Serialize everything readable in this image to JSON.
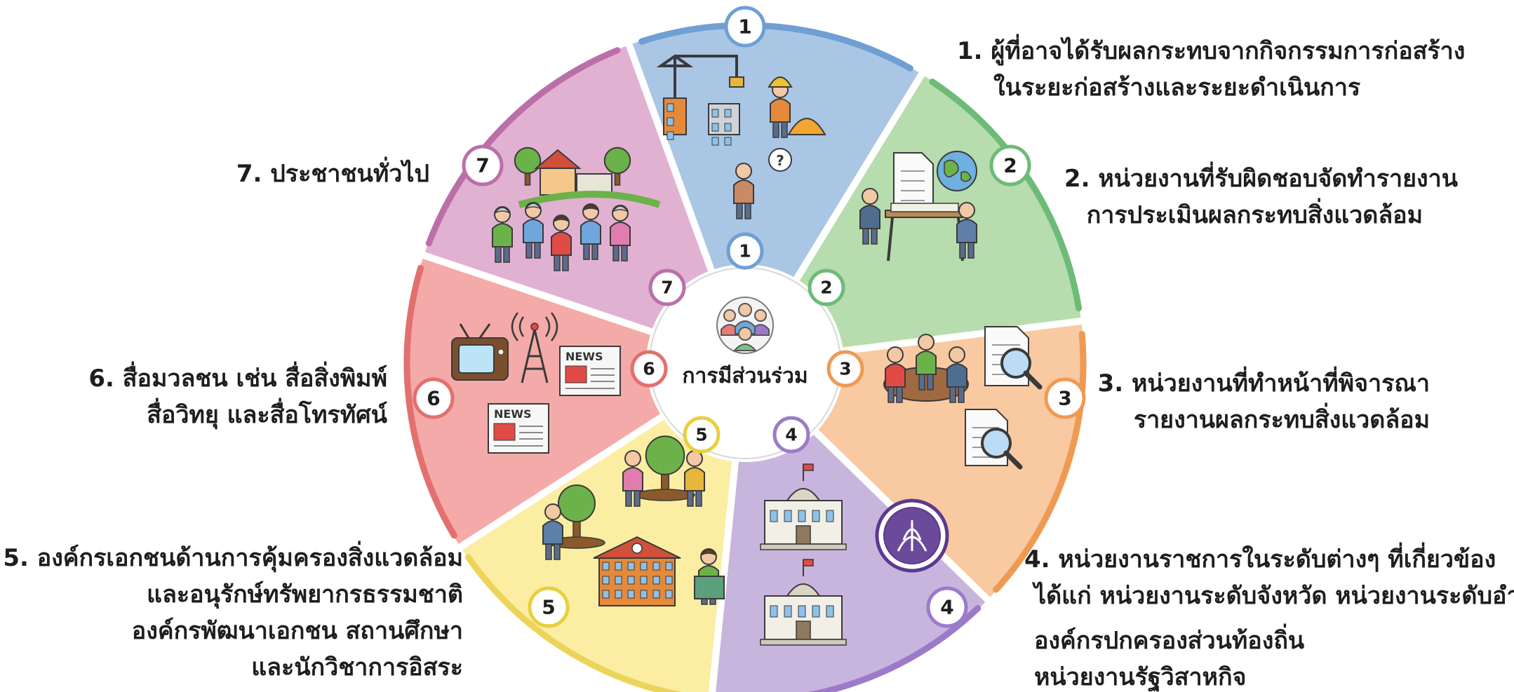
{
  "center": {
    "title": "การมีส่วนร่วม"
  },
  "segments": [
    {
      "number": "1",
      "color": "#a9c6e5",
      "stroke": "#6f9fd4",
      "badge_ring": "#6f9fd4",
      "label_lines": [
        "1. ผู้ที่อาจได้รับผลกระทบจากกิจกรรมการก่อสร้าง",
        "ในระยะก่อสร้างและระยะดำเนินการ"
      ],
      "icons": [
        "construction-crane-icon",
        "factory-icon",
        "construction-worker-icon",
        "hard-hat-icon",
        "confused-person-icon"
      ]
    },
    {
      "number": "2",
      "color": "#b7dcae",
      "stroke": "#6dbb77",
      "badge_ring": "#6dbb77",
      "label_lines": [
        "2. หน่วยงานที่รับผิดชอบจัดทำรายงาน",
        "การประเมินผลกระทบสิ่งแวดล้อม"
      ],
      "icons": [
        "report-document-icon",
        "globe-icon",
        "planning-meeting-icon"
      ]
    },
    {
      "number": "3",
      "color": "#f9c9a2",
      "stroke": "#ef9a52",
      "badge_ring": "#ef9a52",
      "label_lines": [
        "3. หน่วยงานที่ทำหน้าที่พิจารณา",
        "รายงานผลกระทบสิ่งแวดล้อม"
      ],
      "icons": [
        "meeting-table-icon",
        "document-search-icon",
        "document-search-icon"
      ]
    },
    {
      "number": "4",
      "color": "#c8b5de",
      "stroke": "#9b7bc9",
      "badge_ring": "#9b7bc9",
      "label_lines": [
        "4. หน่วยงานราชการในระดับต่างๆ ที่เกี่ยวข้อง",
        "ได้แก่ หน่วยงานระดับจังหวัด หน่วยงานระดับอำเภอ",
        "องค์กรปกครองส่วนท้องถิ่น",
        "หน่วยงานรัฐวิสาหกิจ"
      ],
      "icons": [
        "government-building-icon",
        "government-building-icon",
        "government-seal-icon"
      ]
    },
    {
      "number": "5",
      "color": "#fbeea2",
      "stroke": "#ecd45a",
      "badge_ring": "#e9cf3e",
      "label_lines": [
        "5. องค์กรเอกชนด้านการคุ้มครองสิ่งแวดล้อม",
        "และอนุรักษ์ทรัพยากรธรรมชาติ",
        "องค์กรพัฒนาเอกชน สถานศึกษา",
        "และนักวิชาการอิสระ"
      ],
      "icons": [
        "tree-planting-icon",
        "tree-planting-icon",
        "school-icon",
        "student-reading-icon"
      ]
    },
    {
      "number": "6",
      "color": "#f4aaa8",
      "stroke": "#e2706e",
      "badge_ring": "#e2706e",
      "label_lines": [
        "6. สื่อมวลชน เช่น สื่อสิ่งพิมพ์",
        "สื่อวิทยุ และสื่อโทรทัศน์"
      ],
      "icons": [
        "television-icon",
        "radio-tower-icon",
        "newspaper-icon",
        "newspaper-icon"
      ],
      "news_label": "NEWS"
    },
    {
      "number": "7",
      "color": "#e1b1d2",
      "stroke": "#bb6fa9",
      "badge_ring": "#bb6fa9",
      "label_lines": [
        "7. ประชาชนทั่วไป"
      ],
      "icons": [
        "house-icon",
        "family-group-icon"
      ]
    }
  ]
}
